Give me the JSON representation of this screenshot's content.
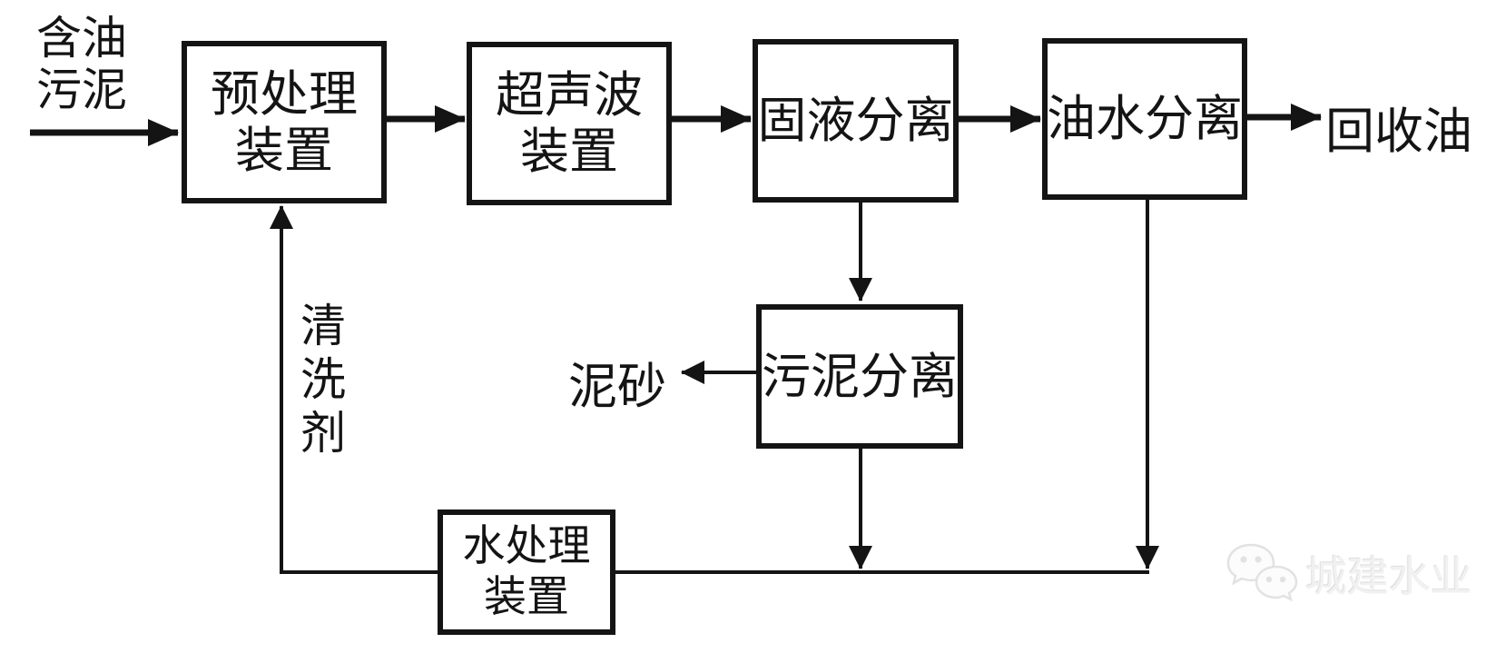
{
  "diagram": {
    "kind": "process-flow",
    "background_color": "#ffffff",
    "line_color": "#141414",
    "nodes": [
      {
        "id": "pretreatment-unit",
        "lines": [
          "预处理",
          "装置"
        ]
      },
      {
        "id": "ultrasonic-unit",
        "lines": [
          "超声波",
          "装置"
        ]
      },
      {
        "id": "solid-liquid-separation",
        "lines": [
          "固液分离"
        ]
      },
      {
        "id": "oil-water-separation",
        "lines": [
          "油水分离"
        ]
      },
      {
        "id": "sludge-separation",
        "lines": [
          "污泥分离"
        ]
      },
      {
        "id": "water-treatment-unit",
        "lines": [
          "水处理",
          "装置"
        ]
      }
    ],
    "labels": {
      "input_line1": "含油",
      "input_line2": "污泥",
      "recovered_oil": "回收油",
      "sediment": "泥砂",
      "cleaning_agent": "清洗剂"
    },
    "edges": [
      {
        "from": "含油污泥",
        "to": "预处理装置",
        "arrow": true
      },
      {
        "from": "预处理装置",
        "to": "超声波装置",
        "arrow": true
      },
      {
        "from": "超声波装置",
        "to": "固液分离",
        "arrow": true
      },
      {
        "from": "固液分离",
        "to": "油水分离",
        "arrow": true
      },
      {
        "from": "油水分离",
        "to": "回收油",
        "arrow": true
      },
      {
        "from": "固液分离",
        "to": "污泥分离",
        "arrow": true
      },
      {
        "from": "污泥分离",
        "to": "泥砂",
        "arrow": true
      },
      {
        "from": "污泥分离",
        "to": "水处理装置",
        "arrow": true
      },
      {
        "from": "油水分离",
        "to": "水处理装置",
        "arrow": true
      },
      {
        "from": "水处理装置",
        "to": "预处理装置",
        "label": "清洗剂",
        "arrow": true
      }
    ],
    "watermark": {
      "icon": "wechat-logo",
      "text": "城建水业"
    }
  }
}
